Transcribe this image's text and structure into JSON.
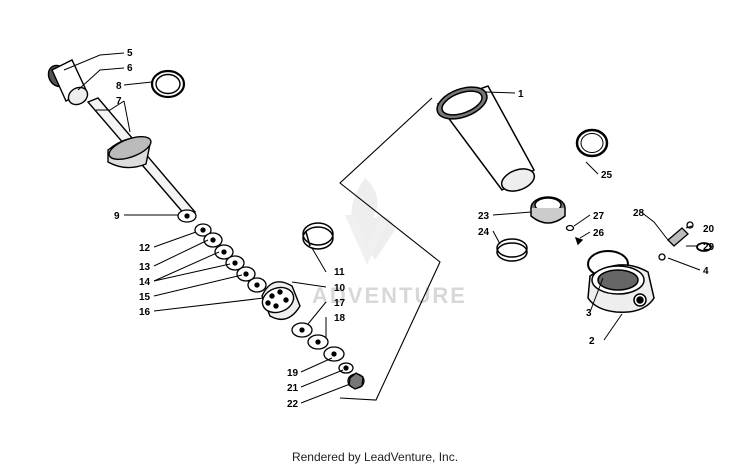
{
  "watermark": {
    "text": "ADVENTURE",
    "brand_color": "#d0d0d0"
  },
  "footer": {
    "text": "Rendered by LeadVenture, Inc."
  },
  "callouts": {
    "c1": "1",
    "c2": "2",
    "c3": "3",
    "c4": "4",
    "c5": "5",
    "c6": "6",
    "c7": "7",
    "c8": "8",
    "c9": "9",
    "c10": "10",
    "c11": "11",
    "c12": "12",
    "c13": "13",
    "c14": "14",
    "c15": "15",
    "c16": "16",
    "c17": "17",
    "c18": "18",
    "c19": "19",
    "c20": "20",
    "c21": "21",
    "c22": "22",
    "c23": "23",
    "c24": "24",
    "c25": "25",
    "c26": "26",
    "c27": "27",
    "c28": "28",
    "c29": "29"
  }
}
